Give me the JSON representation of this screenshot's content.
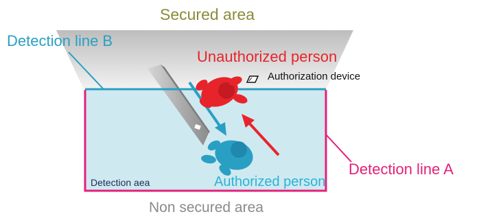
{
  "labels": {
    "secured_area": "Secured area",
    "detection_line_b": "Detection line B",
    "unauthorized_person": "Unauthorized person",
    "authorization_device": "Authorization device",
    "detection_area": "Detection aea",
    "authorized_person": "Authorized person",
    "detection_line_a": "Detection line A",
    "non_secured_area": "Non secured area"
  },
  "colors": {
    "detection_line_a": "#e4207a",
    "detection_line_b": "#2a9fc4",
    "detection_area_fill": "#cfe9f0",
    "unauthorized": "#e8242b",
    "authorized": "#2a9fc4",
    "secured_area_text": "#8b8b3a",
    "non_secured_text": "#8a8a8a"
  },
  "icons": {
    "authorization_device": "card-reader-icon",
    "unauthorized_person": "person-topdown-icon",
    "authorized_person": "person-topdown-icon"
  }
}
